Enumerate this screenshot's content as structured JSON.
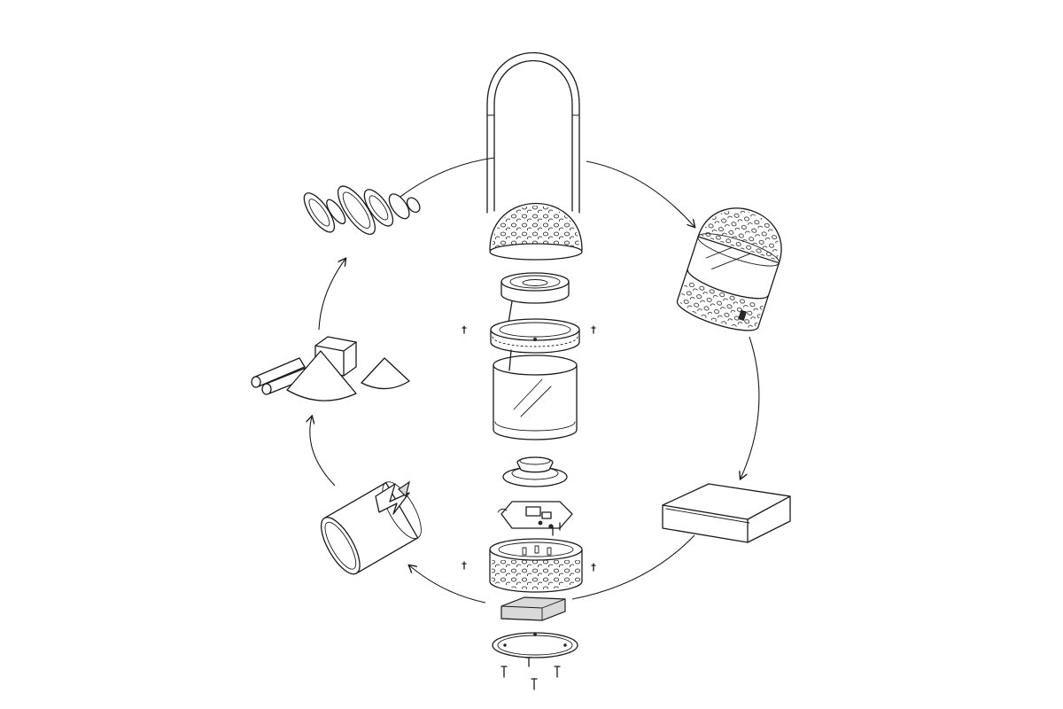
{
  "diagram": {
    "engraving_text": "",
    "colors": {
      "line": "#1a1a1a",
      "background": "#ffffff",
      "shade": "#d9d9d9"
    },
    "cycle_stages": [
      "handle-arch",
      "assembled-speaker",
      "packaging-box",
      "glass-cylinder-recycling",
      "raw-materials",
      "speaker-driver-parts"
    ]
  }
}
